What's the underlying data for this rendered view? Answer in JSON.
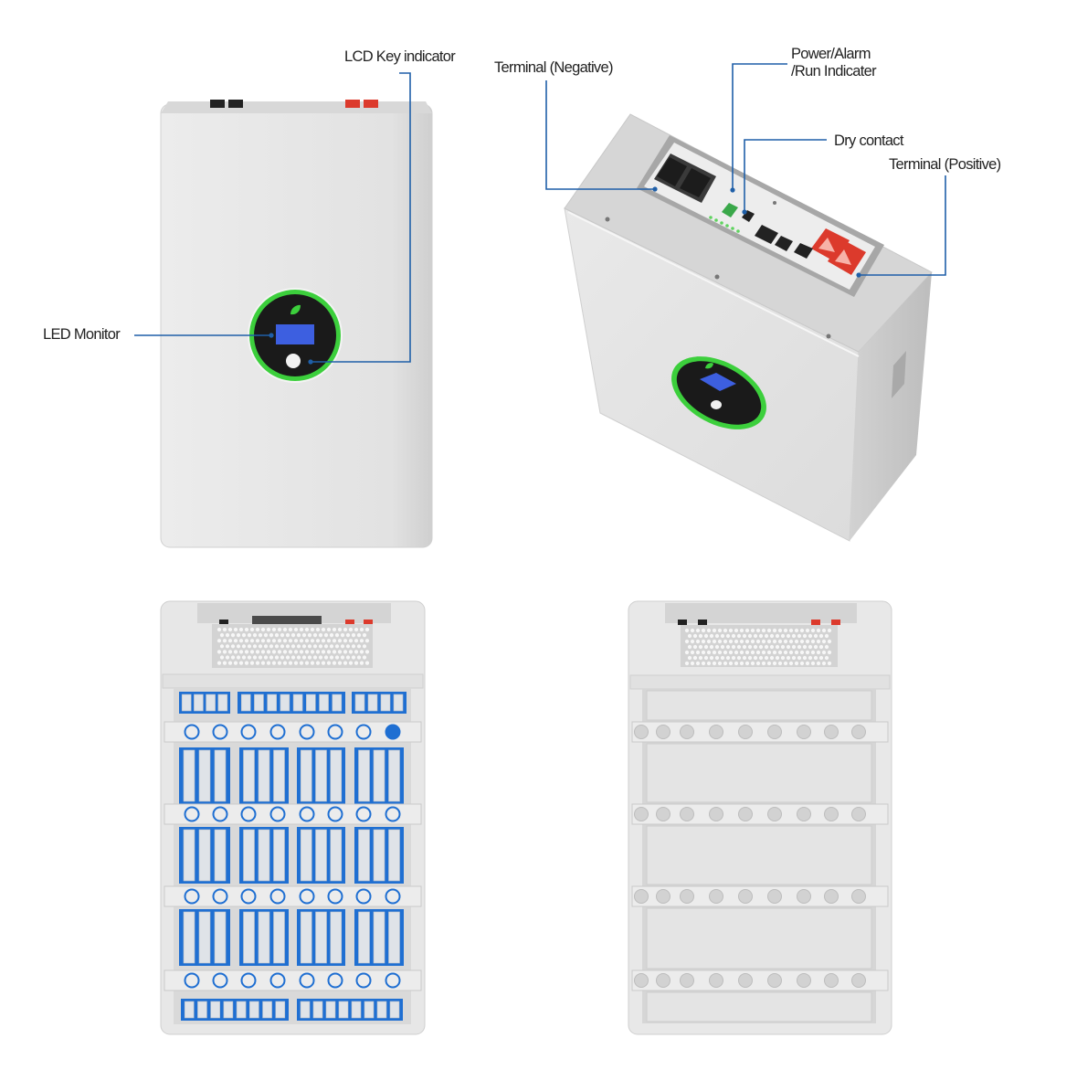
{
  "labels": {
    "lcd_key_indicator": "LCD Key indicator",
    "led_monitor": "LED Monitor",
    "terminal_negative": "Terminal (Negative)",
    "power_alarm_line1": "Power/Alarm",
    "power_alarm_line2": "/Run Indicater",
    "dry_contact": "Dry contact",
    "terminal_positive": "Terminal (Positive)"
  },
  "colors": {
    "callout_line": "#1f5fa8",
    "display_ring": "#3ccf3c",
    "lcd_screen": "#3d5fe0",
    "cell_module": "#1f6fd2",
    "terminal_positive": "#dc3a2c",
    "terminal_negative": "#222222"
  },
  "icons": {
    "logo": "leaf-icon"
  }
}
